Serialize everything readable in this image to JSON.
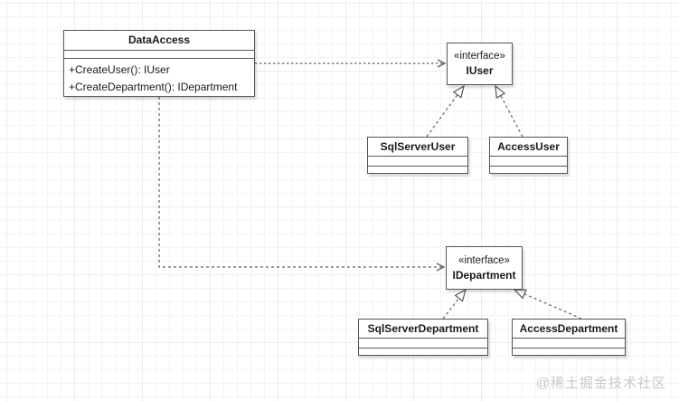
{
  "diagram": {
    "kind": "uml-class-diagram",
    "classes": {
      "dataAccess": {
        "name": "DataAccess",
        "methods": [
          "+CreateUser(): IUser",
          "+CreateDepartment(): IDepartment"
        ]
      },
      "iUser": {
        "stereotype": "«interface»",
        "name": "IUser"
      },
      "sqlServerUser": {
        "name": "SqlServerUser"
      },
      "accessUser": {
        "name": "AccessUser"
      },
      "iDepartment": {
        "stereotype": "«interface»",
        "name": "IDepartment"
      },
      "sqlServerDepartment": {
        "name": "SqlServerDepartment"
      },
      "accessDepartment": {
        "name": "AccessDepartment"
      }
    },
    "relationships": [
      {
        "from": "DataAccess",
        "to": "IUser",
        "type": "dependency",
        "line": "dashed",
        "arrowhead": "open"
      },
      {
        "from": "DataAccess",
        "to": "IDepartment",
        "type": "dependency",
        "line": "dashed",
        "arrowhead": "open"
      },
      {
        "from": "SqlServerUser",
        "to": "IUser",
        "type": "realization",
        "line": "dashed",
        "arrowhead": "hollow-triangle"
      },
      {
        "from": "AccessUser",
        "to": "IUser",
        "type": "realization",
        "line": "dashed",
        "arrowhead": "hollow-triangle"
      },
      {
        "from": "SqlServerDepartment",
        "to": "IDepartment",
        "type": "realization",
        "line": "dashed",
        "arrowhead": "hollow-triangle"
      },
      {
        "from": "AccessDepartment",
        "to": "IDepartment",
        "type": "realization",
        "line": "dashed",
        "arrowhead": "hollow-triangle"
      }
    ],
    "colors": {
      "box_fill": "#ffffff",
      "box_border": "#555555",
      "connector": "#616161",
      "text": "#1a1a1a",
      "grid_minor": "#f4f4f4",
      "grid_major": "#ececec"
    }
  },
  "watermark": {
    "text": "@稀土掘金技术社区",
    "color": "#c9c9c9"
  }
}
